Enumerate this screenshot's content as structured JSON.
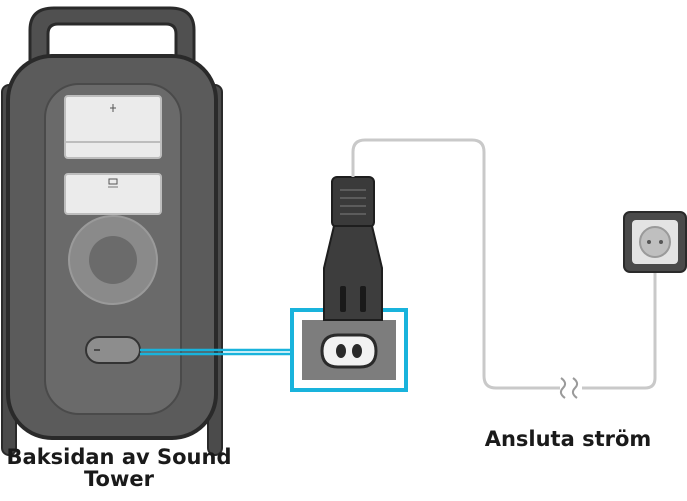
{
  "captions": {
    "left_line1": "Baksidan av Sound",
    "left_line2": "Tower",
    "right": "Ansluta ström"
  },
  "colors": {
    "speaker_body": "#5b5b5b",
    "speaker_outline": "#2a2a2a",
    "panel": "#e9e9e9",
    "highlight": "#19b3dc",
    "cable": "#c9c9c9",
    "plug": "#3a3a3a",
    "socket_plate": "#4a4a4a"
  },
  "icons": {
    "panel_1": "usb-symbol-icon",
    "panel_2": "port-symbol-icon",
    "wave_break": "cable-break-icon"
  }
}
